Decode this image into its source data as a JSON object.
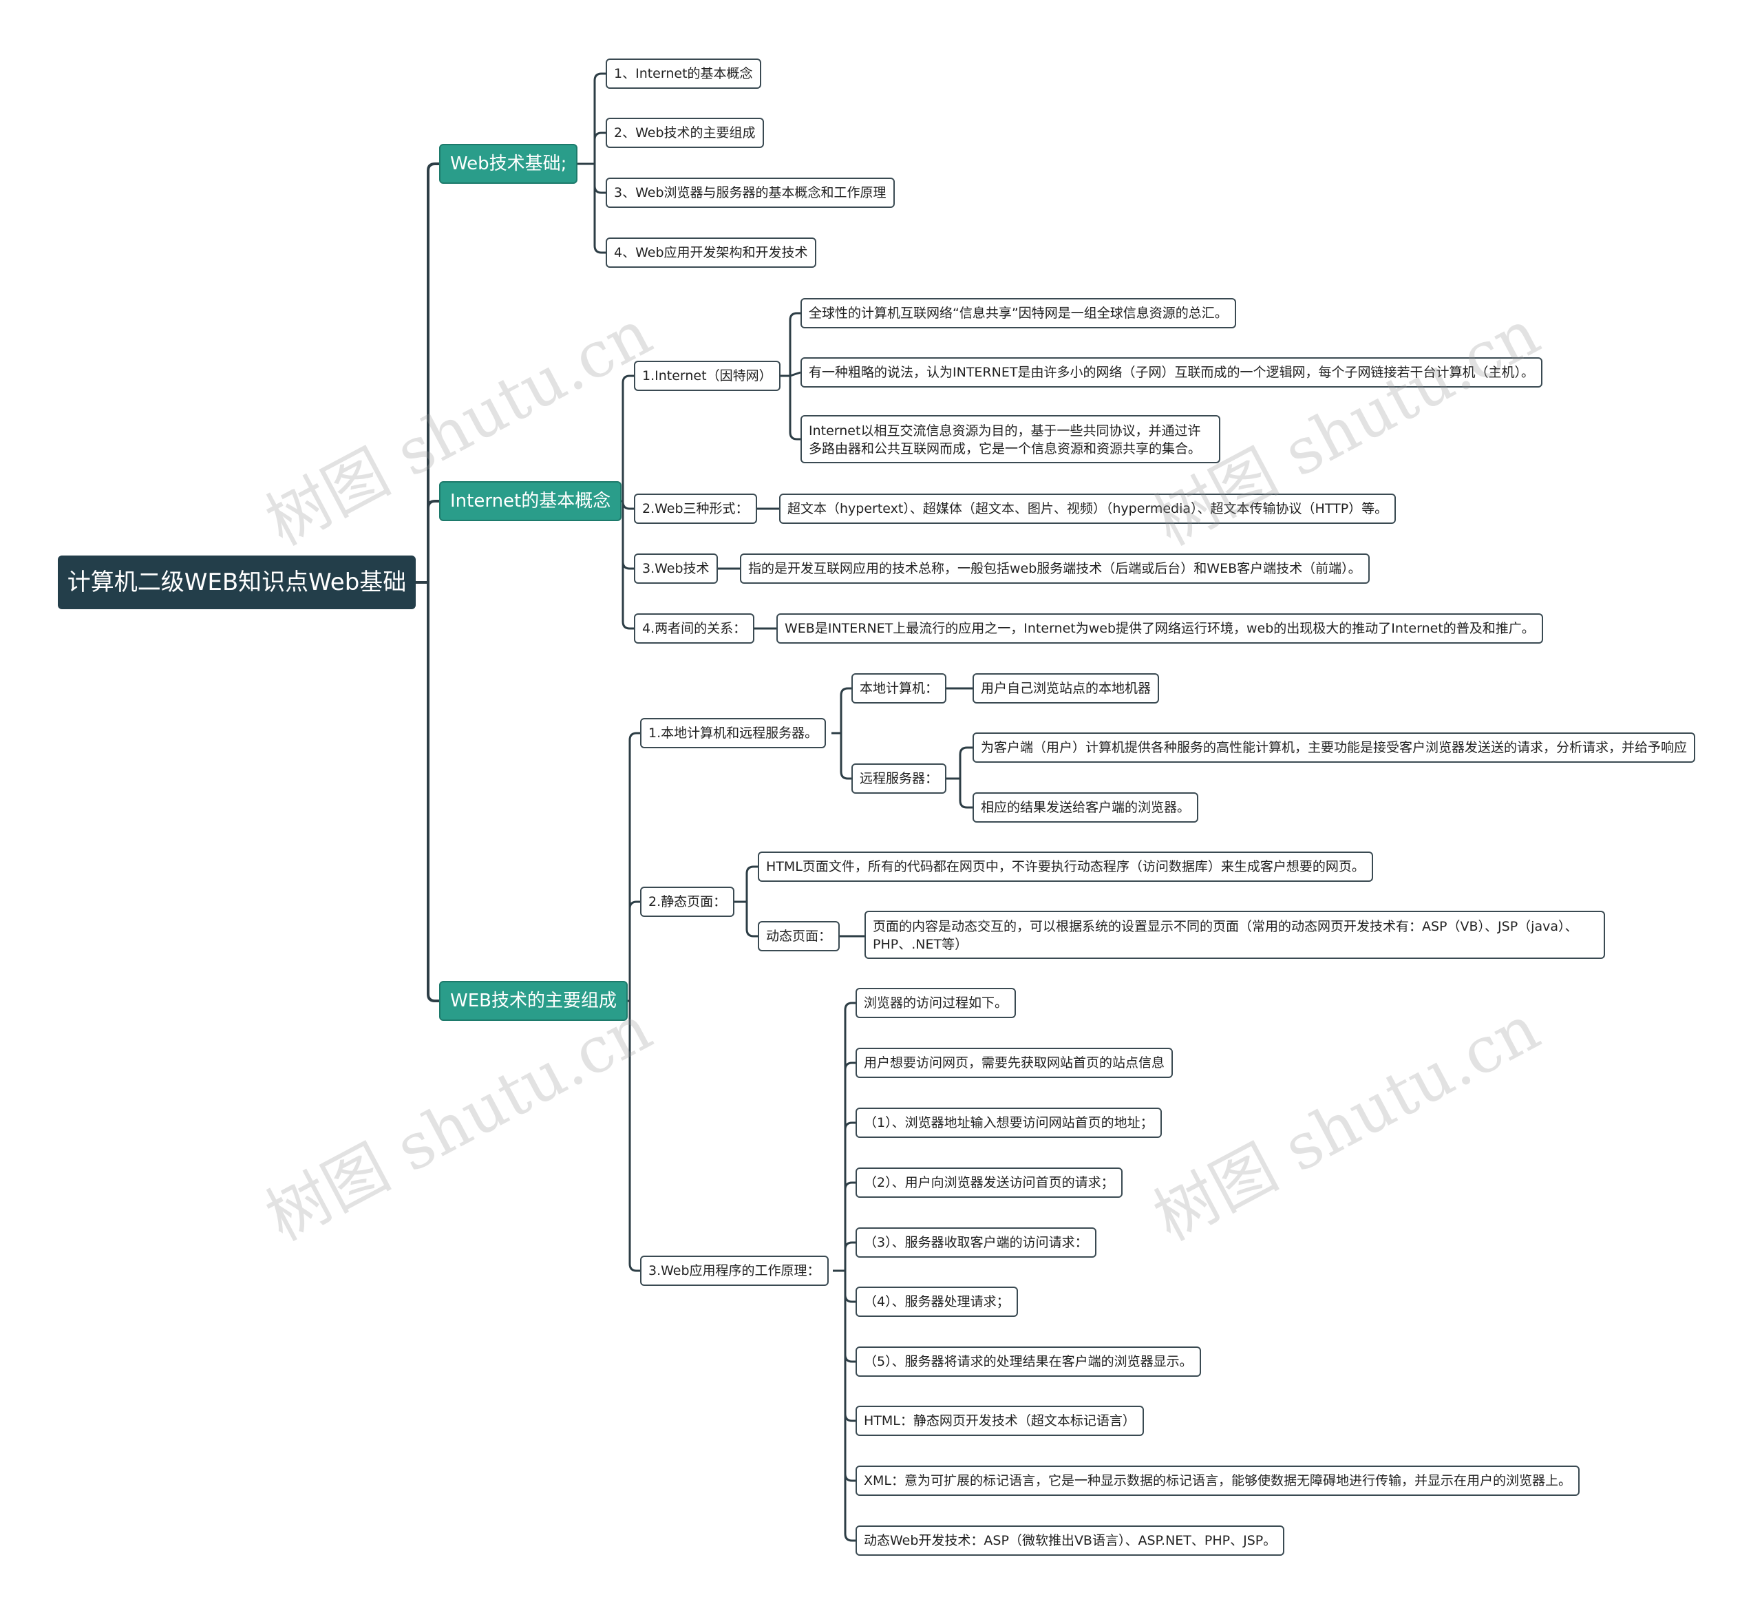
{
  "root": "计算机二级WEB知识点Web基础",
  "branches": {
    "web_basics": {
      "label": "Web技术基础;",
      "items": [
        "1、Internet的基本概念",
        "2、Web技术的主要组成",
        "3、Web浏览器与服务器的基本概念和工作原理",
        "4、Web应用开发架构和开发技术"
      ]
    },
    "internet_concept": {
      "label": "Internet的基本概念",
      "internet": {
        "label": "1.Internet（因特网）",
        "items": [
          "全球性的计算机互联网络“信息共享”因特网是一组全球信息资源的总汇。",
          "有一种粗略的说法，认为INTERNET是由许多小的网络（子网）互联而成的一个逻辑网，每个子网链接若干台计算机（主机）。",
          "Internet以相互交流信息资源为目的，基于一些共同协议，并通过许多路由器和公共互联网而成，它是一个信息资源和资源共享的集合。"
        ]
      },
      "web3": {
        "label": "2.Web三种形式：",
        "item": "超文本（hypertext）、超媒体（超文本、图片、视频）（hypermedia）、超文本传输协议（HTTP）等。"
      },
      "webtech": {
        "label": "3.Web技术",
        "item": "指的是开发互联网应用的技术总称，一般包括web服务端技术（后端或后台）和WEB客户端技术（前端）。"
      },
      "relation": {
        "label": "4.两者间的关系：",
        "item": "WEB是INTERNET上最流行的应用之一，Internet为web提供了网络运行环境，web的出现极大的推动了Internet的普及和推广。"
      }
    },
    "web_components": {
      "label": "WEB技术的主要组成",
      "local_remote": {
        "label": "1.本地计算机和远程服务器。",
        "local_label": "本地计算机：",
        "local_item": "用户自己浏览站点的本地机器",
        "remote_label": "远程服务器：",
        "remote_items": [
          "为客户端（用户）计算机提供各种服务的高性能计算机，主要功能是接受客户浏览器发送送的请求，分析请求，并给予响应",
          "相应的结果发送给客户端的浏览器。"
        ]
      },
      "static": {
        "label": "2.静态页面：",
        "html_item": "HTML页面文件，所有的代码都在网页中，不许要执行动态程序（访问数据库）来生成客户想要的网页。",
        "dynamic_label": "动态页面：",
        "dynamic_item": "页面的内容是动态交互的，可以根据系统的设置显示不同的页面（常用的动态网页开发技术有：ASP（VB）、JSP（java）、PHP、.NET等）"
      },
      "app": {
        "label": "3.Web应用程序的工作原理：",
        "items": [
          "浏览器的访问过程如下。",
          "用户想要访问网页，需要先获取网站首页的站点信息",
          "（1）、浏览器地址输入想要访问网站首页的地址；",
          "（2）、用户向浏览器发送访问首页的请求；",
          "（3）、服务器收取客户端的访问请求：",
          "（4）、服务器处理请求；",
          "（5）、服务器将请求的处理结果在客户端的浏览器显示。",
          "HTML：静态网页开发技术（超文本标记语言）",
          "XML：意为可扩展的标记语言，它是一种显示数据的标记语言，能够使数据无障碍地进行传输，并显示在用户的浏览器上。",
          "动态Web开发技术：ASP（微软推出VB语言）、ASP.NET、PHP、JSP。"
        ]
      }
    }
  },
  "watermark": "树图 shutu.cn",
  "colors": {
    "root": "#233e4a",
    "branch": "#2a9d8a",
    "line": "#2d3e46"
  }
}
